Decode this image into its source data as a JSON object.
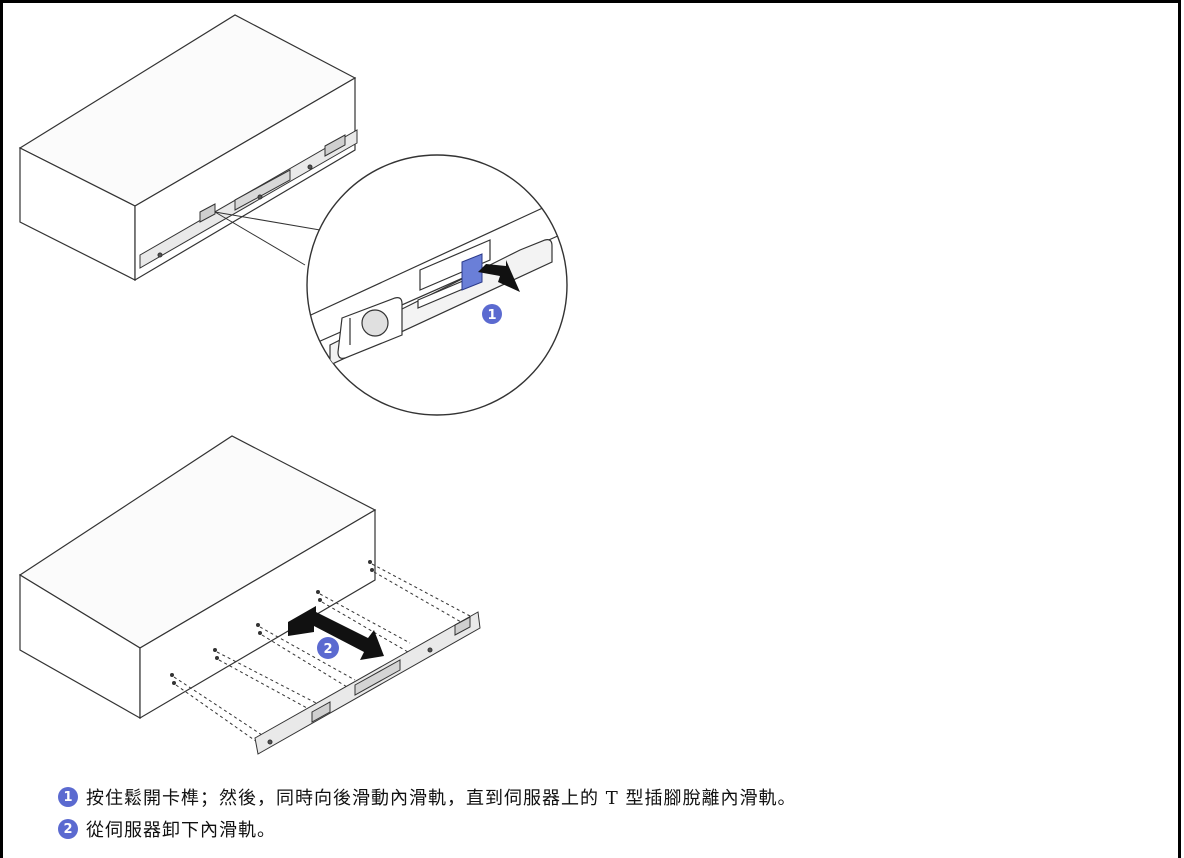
{
  "steps": [
    {
      "number": "1",
      "text": "按住鬆開卡榫；然後，同時向後滑動內滑軌，直到伺服器上的 T 型插腳脫離內滑軌。"
    },
    {
      "number": "2",
      "text": "從伺服器卸下內滑軌。"
    }
  ],
  "callouts": {
    "first": "1",
    "second": "2"
  },
  "colors": {
    "callout": "#5b6ad0",
    "latch": "#6a7fd8",
    "line": "#333333"
  },
  "icons": [
    "push-arrow-icon",
    "slide-arrow-icon"
  ]
}
